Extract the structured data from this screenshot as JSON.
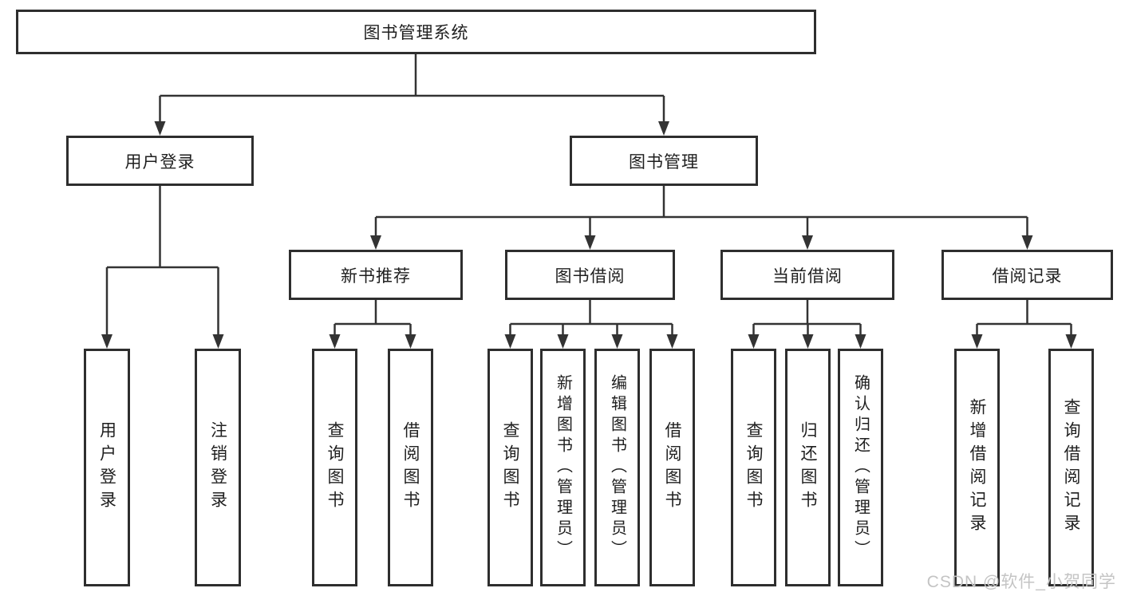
{
  "tree": {
    "root": {
      "label": "图书管理系统"
    },
    "children": [
      {
        "label": "用户登录",
        "leaves": [
          {
            "label": "用户登录"
          },
          {
            "label": "注销登录"
          }
        ]
      },
      {
        "label": "图书管理",
        "children": [
          {
            "label": "新书推荐",
            "leaves": [
              {
                "label": "查询图书"
              },
              {
                "label": "借阅图书"
              }
            ]
          },
          {
            "label": "图书借阅",
            "leaves": [
              {
                "label": "查询图书"
              },
              {
                "label": "新增图书（管理员）"
              },
              {
                "label": "编辑图书（管理员）"
              },
              {
                "label": "借阅图书"
              }
            ]
          },
          {
            "label": "当前借阅",
            "leaves": [
              {
                "label": "查询图书"
              },
              {
                "label": "归还图书"
              },
              {
                "label": "确认归还（管理员）"
              }
            ]
          },
          {
            "label": "借阅记录",
            "leaves": [
              {
                "label": "新增借阅记录"
              },
              {
                "label": "查询借阅记录"
              }
            ]
          }
        ]
      }
    ]
  },
  "watermark": {
    "text": "CSDN @软件_小贺同学"
  },
  "colors": {
    "line": "#333333",
    "border": "#2e2e2e",
    "box_bg": "#ffffff",
    "text": "#1f1f1f",
    "watermark": "#c4c4c4"
  }
}
